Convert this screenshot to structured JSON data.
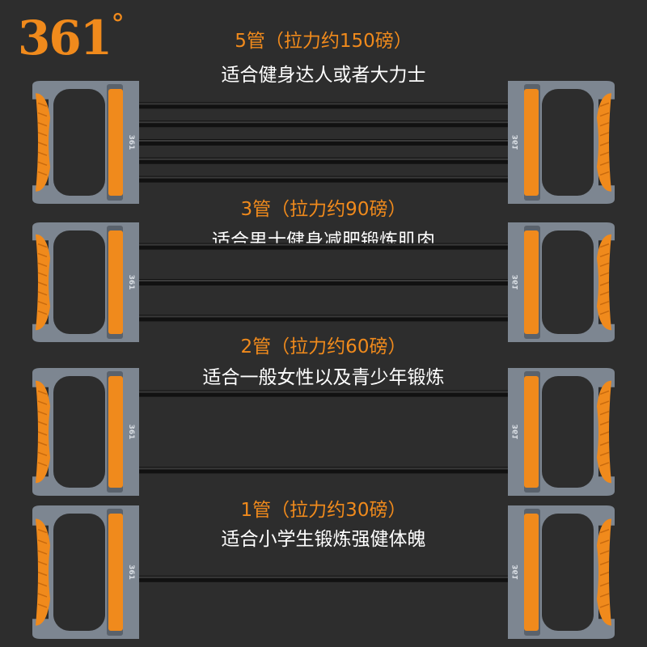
{
  "brand": {
    "logo_text": "361",
    "logo_mark": "°"
  },
  "colors": {
    "accent": "#f08a1c",
    "handle_gray": "#7d8691",
    "handle_dark": "#5a626c",
    "tube": "#111111",
    "background": "#2d2d2d"
  },
  "variants": [
    {
      "title": "5管（拉力约150磅）",
      "desc": "适合健身达人或者大力士",
      "tubes": 5,
      "handle_mark": "361"
    },
    {
      "title": "3管（拉力约90磅）",
      "desc": "适合男士健身减肥锻炼肌肉",
      "tubes": 3,
      "handle_mark": "361"
    },
    {
      "title": "2管（拉力约60磅）",
      "desc": "适合一般女性以及青少年锻炼",
      "tubes": 2,
      "handle_mark": "361"
    },
    {
      "title": "1管（拉力约30磅）",
      "desc": "适合小学生锻炼强健体魄",
      "tubes": 1,
      "handle_mark": "361"
    }
  ]
}
